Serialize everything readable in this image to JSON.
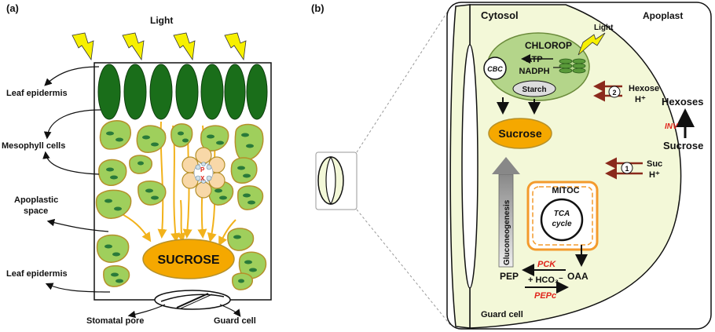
{
  "panel_a": {
    "panel_label": "(a)",
    "light": "Light",
    "leaf_epidermis_top": "Leaf epidermis",
    "mesophyll": "Mesophyll cells",
    "apoplastic_1": "Apoplastic",
    "apoplastic_2": "space",
    "leaf_epidermis_bottom": "Leaf epidermis",
    "sucrose": "SUCROSE",
    "stomatal_pore": "Stomatal pore",
    "guard_cell": "Guard cell",
    "vein_p": "P",
    "vein_x": "X"
  },
  "panel_b": {
    "panel_label": "(b)",
    "cytosol": "Cytosol",
    "apoplast": "Apoplast",
    "light": "Light",
    "chloroplast": "CHLOROP",
    "atp": "ATP",
    "nadph": "NADPH",
    "cbc": "CBC",
    "starch": "Starch",
    "sucrose_cell": "Sucrose",
    "hexose": "Hexose",
    "h_plus_1": "H⁺",
    "transporter_2": "2",
    "hexoses": "Hexoses",
    "inv": "INV",
    "sucrose_apoplast": "Sucrose",
    "suc": "Suc",
    "h_plus_2": "H⁺",
    "transporter_1": "1",
    "mitoc": "MITOC",
    "tca_1": "TCA",
    "tca_2": "cycle",
    "gluconeogenesis": "Gluconeogenesis",
    "pck": "PCK",
    "pep": "PEP",
    "hco3": "+ HCO₃⁻",
    "oaa": "OAA",
    "pepc": "PEPc",
    "guard_cell": "Guard cell"
  },
  "colors": {
    "epidermis": "#1a6e1a",
    "mesophyll_fill": "#9fcf5c",
    "mesophyll_edge": "#b5902a",
    "chloroplast_dot": "#2a7a3a",
    "sucrose_fill": "#f5a800",
    "lightning": "#f7f000",
    "arrow_yellow": "#f2b21b",
    "guard_cell_fill": "#f3f8d8",
    "chloroplast_fill": "#b4d58a",
    "transport_arrow": "#8a2a1c",
    "mito_edge": "#f39a2c",
    "enzyme_red": "#e0241b"
  }
}
